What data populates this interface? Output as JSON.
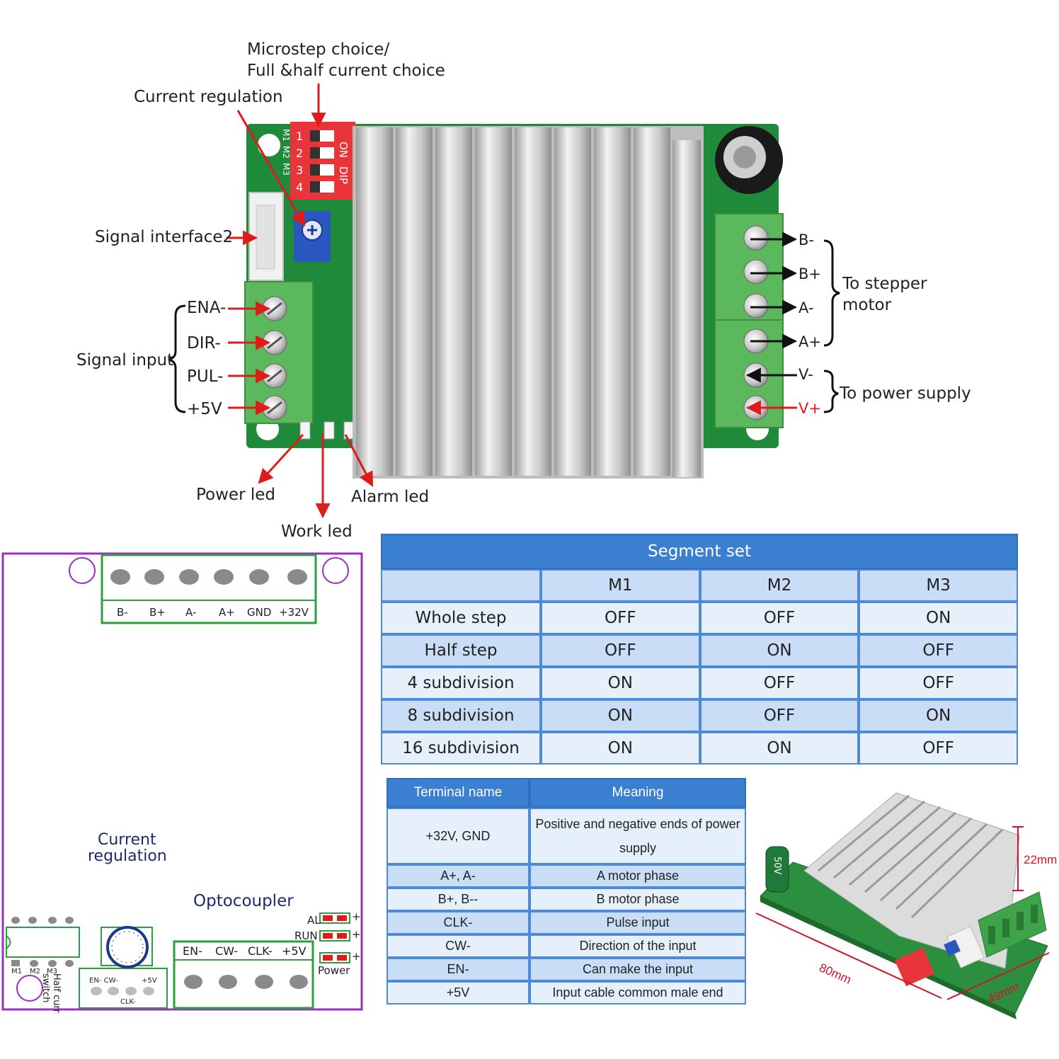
{
  "photo_labels": {
    "microstep_1": "Microstep choice/",
    "microstep_2": "Full &half current choice",
    "current_regulation": "Current regulation",
    "signal_interface2": "Signal interface2",
    "ena": "ENA-",
    "dir": "DIR-",
    "pul": "PUL-",
    "v5": "+5V",
    "signal_input": "Signal input",
    "b_minus": "B-",
    "b_plus": "B+",
    "a_minus": "A-",
    "a_plus": "A+",
    "v_minus": "V-",
    "v_plus": "V+",
    "to_stepper_1": "To stepper",
    "to_stepper_2": "motor",
    "to_power": "To power supply",
    "power_led": "Power led",
    "alarm_led": "Alarm led",
    "work_led": "Work led"
  },
  "board_pcb_text": {
    "dip_pins": [
      "1",
      "2",
      "3",
      "4"
    ],
    "dip_labels": [
      "ON",
      "DIP"
    ],
    "m_labels": [
      "M1",
      "M2",
      "M3"
    ]
  },
  "board_diagram": {
    "top_pins": [
      "B-",
      "B+",
      "A-",
      "A+",
      "GND",
      "+32V"
    ],
    "current_regulation_1": "Current",
    "current_regulation_2": "regulation",
    "optocoupler": "Optocoupler",
    "al": "AL",
    "run": "RUN",
    "power": "Power",
    "bottom_pins": [
      "EN-",
      "CW-",
      "CLK-",
      "+5V"
    ],
    "small_pins_1": "EN- CW-",
    "small_pins_2": "+5V",
    "small_pins_3": "CLK-",
    "m_labels": [
      "M1",
      "M2",
      "M3"
    ],
    "half_cur_1": "Half curr",
    "half_cur_2": "switch",
    "plus": "+"
  },
  "segment_table": {
    "title": "Segment set",
    "headers": [
      "",
      "M1",
      "M2",
      "M3"
    ],
    "rows": [
      [
        "Whole step",
        "OFF",
        "OFF",
        "ON"
      ],
      [
        "Half step",
        "OFF",
        "ON",
        "OFF"
      ],
      [
        "4 subdivision",
        "ON",
        "OFF",
        "OFF"
      ],
      [
        "8 subdivision",
        "ON",
        "OFF",
        "ON"
      ],
      [
        "16 subdivision",
        "ON",
        "ON",
        "OFF"
      ]
    ]
  },
  "terminal_table": {
    "headers": [
      "Terminal name",
      "Meaning"
    ],
    "rows": [
      [
        "+32V, GND",
        "Positive and negative ends of power supply"
      ],
      [
        "A+, A-",
        "A motor phase"
      ],
      [
        "B+, B--",
        "B motor phase"
      ],
      [
        "CLK-",
        "Pulse input"
      ],
      [
        "CW-",
        "Direction of the input"
      ],
      [
        "EN-",
        "Can make the input"
      ],
      [
        "+5V",
        "Input cable common male end"
      ]
    ]
  },
  "dimensions": {
    "height": "22mm",
    "length": "80mm",
    "width": "49mm",
    "capacitor_text": "50V"
  },
  "colors": {
    "pcb_green": "#1f8a3a",
    "terminal_green": "#5cb85c",
    "heatsink": "#d4d4d4",
    "arrow_red": "#e01b1b",
    "table_header": "#3b7fd0",
    "table_light": "#e6f0fb",
    "table_dark": "#c9ddf6",
    "outline_purple": "#9b2fc2",
    "diagram_green": "#2e9e3e",
    "dimension_red": "#d0152a"
  }
}
